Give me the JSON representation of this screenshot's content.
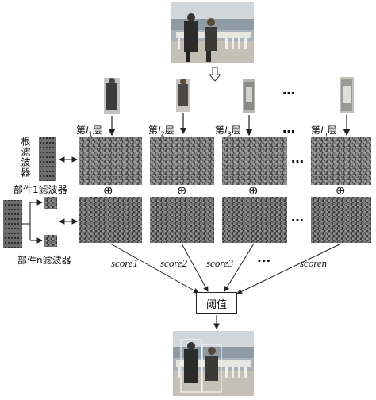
{
  "labels": {
    "root_filter": "根滤波器",
    "part1_filter": "部件1滤波器",
    "partn_filter": "部件n滤波器",
    "threshold": "阈值",
    "layer_prefix": "第",
    "layer_suffix": "层",
    "layer_symbol": "l",
    "layer_subscripts": [
      "1",
      "2",
      "3",
      "n"
    ],
    "scores": [
      "score1",
      "score2",
      "score3",
      "scoren"
    ],
    "ellipsis": "…",
    "ellipsis_score": "•••",
    "plus_symbol": "⊕"
  }
}
